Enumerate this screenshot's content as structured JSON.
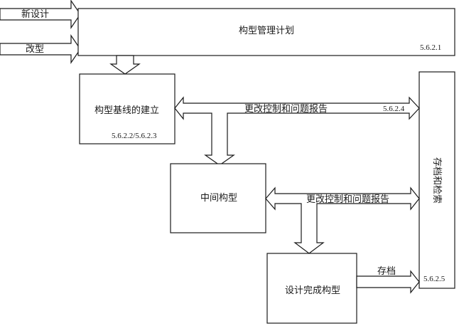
{
  "inputs": {
    "new_design": "新设计",
    "modification": "改型"
  },
  "boxes": {
    "plan": {
      "title": "构型管理计划",
      "section": "5.6.2.1"
    },
    "baseline": {
      "title": "构型基线的建立",
      "section": "5.6.2.2/5.6.2.3"
    },
    "intermediate": {
      "title": "中间构型"
    },
    "final": {
      "title": "设计完成构型"
    },
    "archive": {
      "title": "存档和检索",
      "section": "5.6.2.5"
    }
  },
  "arrows": {
    "change_control_top": {
      "label": "更改控制和问题报告",
      "section": "5.6.2.4"
    },
    "change_control_mid": {
      "label": "更改控制和问题报告"
    },
    "archive_arrow": {
      "label": "存档"
    }
  },
  "colors": {
    "stroke": "#1a1a1a",
    "fill": "#ffffff"
  }
}
